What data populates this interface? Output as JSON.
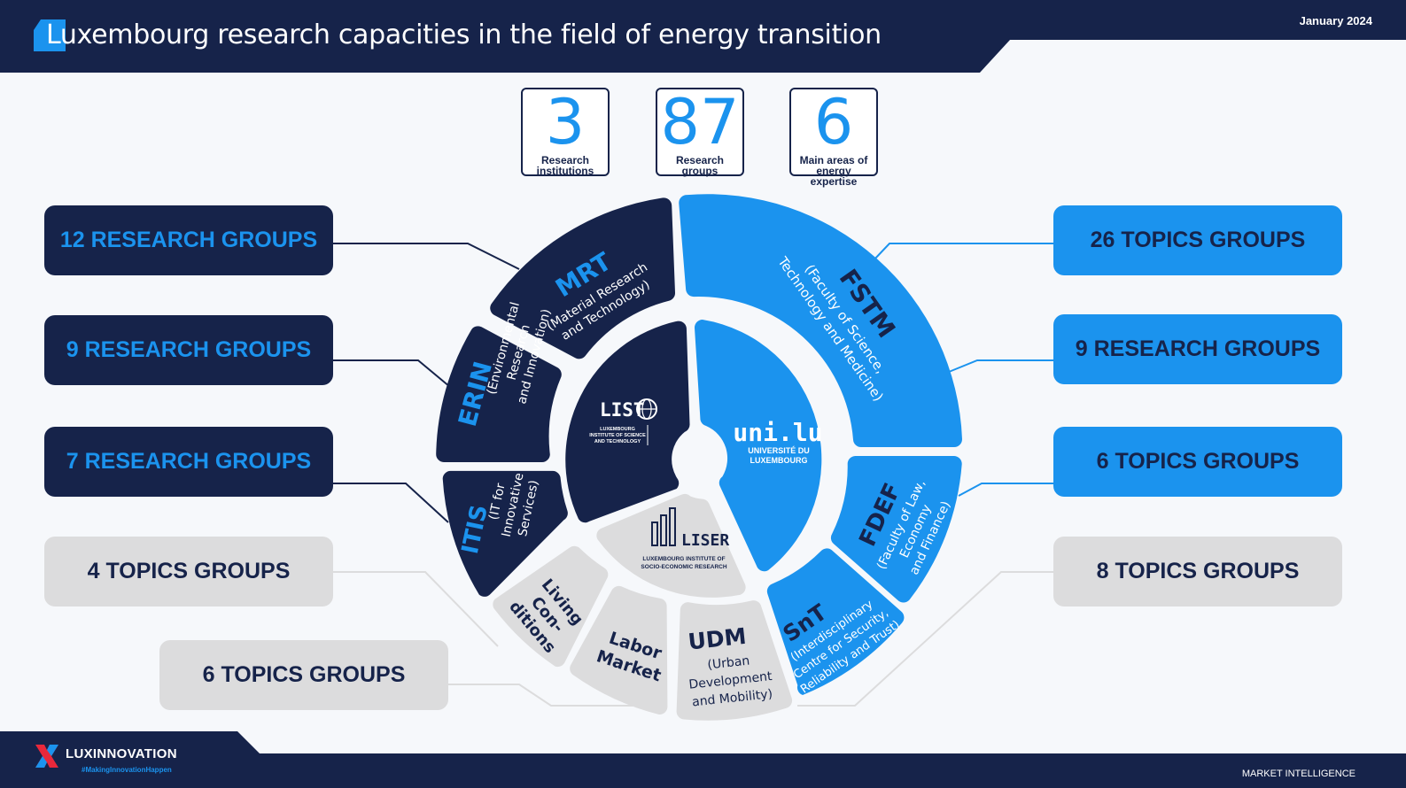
{
  "header": {
    "title": "Luxembourg research capacities in the field of energy transition",
    "date": "January 2024"
  },
  "stats": [
    {
      "value": "3",
      "label_l1": "Research",
      "label_l2": "institutions"
    },
    {
      "value": "87",
      "label_l1": "Research",
      "label_l2": "groups"
    },
    {
      "value": "6",
      "label_l1": "Main areas of",
      "label_l2": "energy expertise"
    }
  ],
  "institutions": {
    "list": {
      "logo": "LIST",
      "sub1": "LUXEMBOURG",
      "sub2": "INSTITUTE OF SCIENCE",
      "sub3": "AND TECHNOLOGY"
    },
    "uni": {
      "logo": "uni.lu",
      "sub1": "UNIVERSITÉ DU",
      "sub2": "LUXEMBOURG"
    },
    "liser": {
      "logo": "LISER",
      "sub1": "LUXEMBOURG INSTITUTE OF",
      "sub2": "SOCIO-ECONOMIC RESEARCH"
    }
  },
  "segments": {
    "mrt": {
      "abbr": "MRT",
      "l1": "(Material Research",
      "l2": "and Technology)"
    },
    "erin": {
      "abbr": "ERIN",
      "l1": "(Environmental",
      "l2": "Research",
      "l3": "and Innovation)"
    },
    "itis": {
      "abbr": "ITIS",
      "l1": "(IT for",
      "l2": "Innovative",
      "l3": "Services)"
    },
    "fstm": {
      "abbr": "FSTM",
      "l1": "(Faculty of Science,",
      "l2": "Technology and Medicine)"
    },
    "fdef": {
      "abbr": "FDEF",
      "l1": "(Faculty of Law,",
      "l2": "Economy",
      "l3": "and Finance)"
    },
    "snt": {
      "abbr": "SnT",
      "l1": "(Interdisciplinary",
      "l2": "Centre for Security,",
      "l3": "Reliability and Trust)"
    },
    "udm": {
      "abbr": "UDM",
      "l1": "(Urban",
      "l2": "Development",
      "l3": "and Mobility)"
    },
    "labor": {
      "l1": "Labor",
      "l2": "Market"
    },
    "living": {
      "l1": "Living",
      "l2": "Con-",
      "l3": "ditions"
    }
  },
  "boxes": {
    "left1": "12 RESEARCH GROUPS",
    "left2": "9 RESEARCH GROUPS",
    "left3": "7 RESEARCH GROUPS",
    "left4": "4 TOPICS GROUPS",
    "left5": "6 TOPICS GROUPS",
    "right1": "26 TOPICS GROUPS",
    "right2": "9 RESEARCH GROUPS",
    "right3": "6 TOPICS GROUPS",
    "right4": "8 TOPICS GROUPS"
  },
  "footer": {
    "brand": "LUXINNOVATION",
    "tagline": "#MakingInnovationHappen",
    "section": "MARKET INTELLIGENCE"
  },
  "colors": {
    "navy": "#16234a",
    "blue": "#1b93ee",
    "grey": "#dcdcdd",
    "background": "#f6f8fb"
  }
}
